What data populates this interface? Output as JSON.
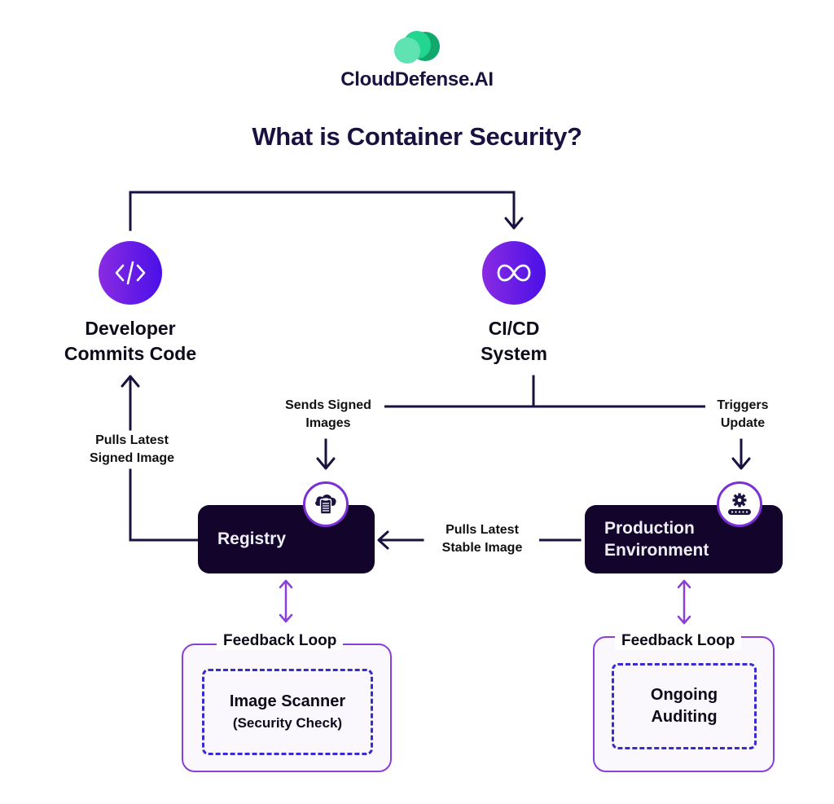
{
  "brand": {
    "name": "CloudDefense.AI",
    "logo_colors": [
      "#5fe3b3",
      "#22d68f",
      "#12a86d"
    ]
  },
  "title": "What is Container Security?",
  "colors": {
    "dark": "#12042b",
    "accent_purple": "#7b2fd6",
    "gradient_start": "#8a2be2",
    "gradient_end": "#4a10e8",
    "dashed_blue": "#3a2bd0"
  },
  "nodes": {
    "developer": {
      "line1": "Developer",
      "line2": "Commits Code",
      "icon": "code-icon"
    },
    "cicd": {
      "line1": "CI/CD",
      "line2": "System",
      "icon": "infinity-icon"
    },
    "registry": {
      "label": "Registry",
      "icon": "cloud-clipboard-icon"
    },
    "production": {
      "line1": "Production",
      "line2": "Environment",
      "icon": "gear-conveyor-icon"
    }
  },
  "edges": {
    "sends_signed": {
      "line1": "Sends Signed",
      "line2": "Images"
    },
    "triggers_update": {
      "line1": "Triggers",
      "line2": "Update"
    },
    "pulls_signed": {
      "line1": "Pulls Latest",
      "line2": "Signed Image"
    },
    "pulls_stable": {
      "line1": "Pulls Latest",
      "line2": "Stable Image"
    }
  },
  "feedback": {
    "left": {
      "title": "Feedback Loop",
      "main": "Image Scanner",
      "sub": "(Security Check)"
    },
    "right": {
      "title": "Feedback Loop",
      "line1": "Ongoing",
      "line2": "Auditing"
    }
  }
}
